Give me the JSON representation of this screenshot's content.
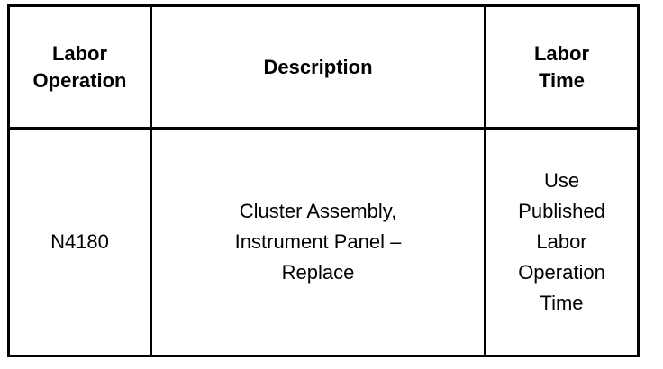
{
  "table": {
    "columns": [
      {
        "key": "labor_operation",
        "header_lines": [
          "Labor",
          "Operation"
        ]
      },
      {
        "key": "description",
        "header_lines": [
          "Description"
        ]
      },
      {
        "key": "labor_time",
        "header_lines": [
          "Labor",
          "Time"
        ]
      }
    ],
    "rows": [
      {
        "labor_operation": [
          "N4180"
        ],
        "description": [
          "Cluster Assembly,",
          "Instrument Panel –",
          "Replace"
        ],
        "labor_time": [
          "Use",
          "Published",
          "Labor",
          "Operation",
          "Time"
        ]
      }
    ]
  }
}
